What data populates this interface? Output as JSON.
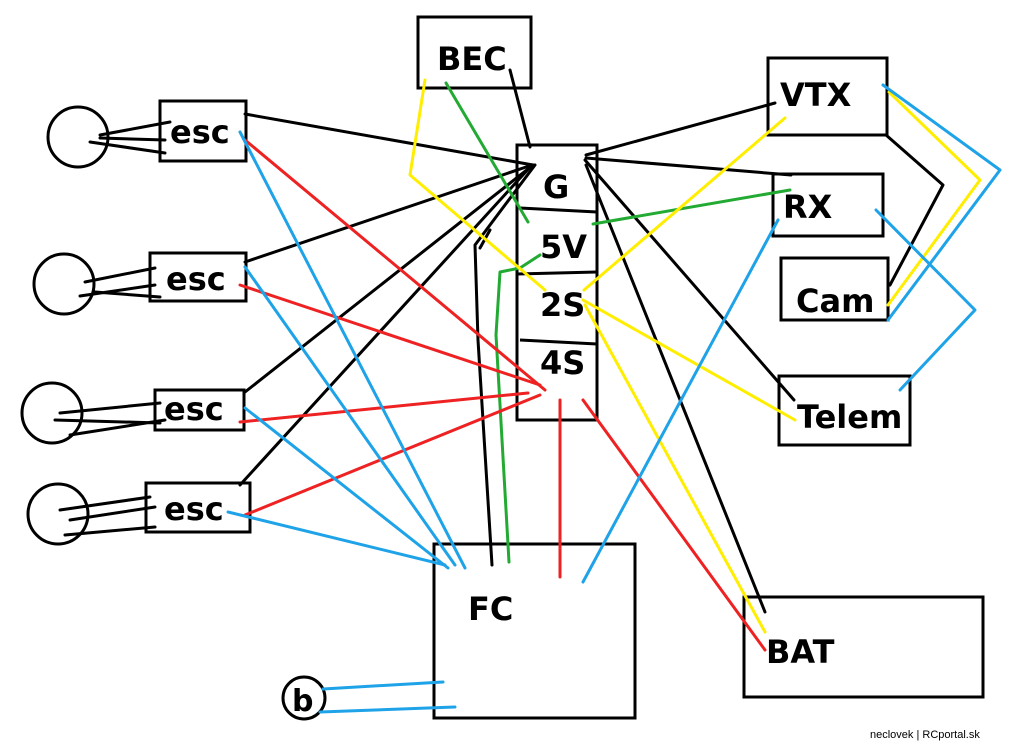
{
  "diagram": {
    "components": {
      "bec": "BEC",
      "vtx": "VTX",
      "rx": "RX",
      "cam": "Cam",
      "telem": "Telem",
      "fc": "FC",
      "bat": "BAT",
      "buzzer": "b",
      "esc": [
        "esc",
        "esc",
        "esc",
        "esc"
      ]
    },
    "pdb_rails": [
      "G",
      "5V",
      "2S",
      "4S"
    ],
    "wire_colors": {
      "ground": "#000000",
      "supply_5v": "#22aa33",
      "supply_2s": "#ffee00",
      "supply_4s": "#ee2222",
      "signal": "#1fa3e8"
    },
    "credit": "neclovek | RCportal.sk"
  }
}
